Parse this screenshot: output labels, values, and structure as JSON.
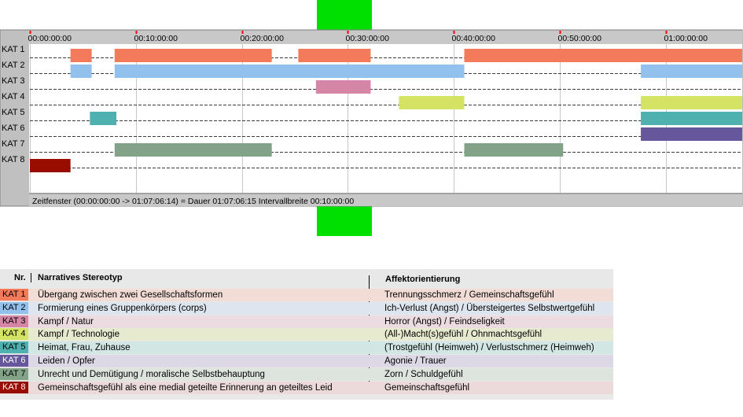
{
  "chart_data": {
    "type": "gantt",
    "x_unit": "seconds",
    "xlim": [
      0,
      4034
    ],
    "tick_values": [
      0,
      600,
      1200,
      1800,
      2400,
      3000,
      3600
    ],
    "tick_labels": [
      "00:00:00:00",
      "00:10:00:00",
      "00:20:00:00",
      "00:30:00:00",
      "00:40:00:00",
      "00:50:00:00",
      "01:00:00:00"
    ],
    "categories": [
      "KAT 1",
      "KAT 2",
      "KAT 3",
      "KAT 4",
      "KAT 5",
      "KAT 6",
      "KAT 7",
      "KAT 8"
    ],
    "series": [
      {
        "name": "KAT 1",
        "color": "#F47A5C",
        "intervals": [
          [
            230,
            350
          ],
          [
            480,
            1370
          ],
          [
            1520,
            1930
          ],
          [
            2460,
            4034
          ]
        ]
      },
      {
        "name": "KAT 2",
        "color": "#92C1EE",
        "intervals": [
          [
            230,
            350
          ],
          [
            480,
            2460
          ],
          [
            3460,
            4034
          ]
        ]
      },
      {
        "name": "KAT 3",
        "color": "#D585A6",
        "intervals": [
          [
            1620,
            1930
          ]
        ]
      },
      {
        "name": "KAT 4",
        "color": "#D4E364",
        "intervals": [
          [
            2090,
            2460
          ],
          [
            3460,
            4034
          ]
        ]
      },
      {
        "name": "KAT 5",
        "color": "#4EB0AF",
        "intervals": [
          [
            340,
            490
          ],
          [
            3460,
            4034
          ]
        ]
      },
      {
        "name": "KAT 6",
        "color": "#66569B",
        "intervals": [
          [
            3460,
            4034
          ]
        ]
      },
      {
        "name": "KAT 7",
        "color": "#82A388",
        "intervals": [
          [
            480,
            1370
          ],
          [
            2460,
            3020
          ]
        ]
      },
      {
        "name": "KAT 8",
        "color": "#990D00",
        "intervals": [
          [
            0,
            230
          ]
        ]
      }
    ],
    "status_text": "Zeitfenster (00:00:00:00 -> 01:07:06:14) = Dauer 01:07:06:15    Intervallbreite 00:10:00:00",
    "marker_color": "#00E000"
  },
  "legend": {
    "header_nr": "Nr.",
    "header_narrative": "Narratives Stereotyp",
    "header_affect": "Affektorientierung",
    "rows": [
      {
        "nr": "KAT 1",
        "narrative": "Übergang zwischen zwei Gesellschaftsformen",
        "affect": "Trennungsschmerz / Gemeinschaftsgefühl",
        "color": "#F47A5C",
        "tint": "#F1DCD6",
        "text_color": "#000"
      },
      {
        "nr": "KAT 2",
        "narrative": "Formierung eines Gruppenkörpers (corps)",
        "affect": "Ich-Verlust (Angst) / Übersteigertes Selbstwertgefühl",
        "color": "#92C1EE",
        "tint": "#DDE5EE",
        "text_color": "#000"
      },
      {
        "nr": "KAT 3",
        "narrative": "Kampf / Natur",
        "affect": "Horror (Angst) / Feindseligkeit",
        "color": "#D585A6",
        "tint": "#ECDCE2",
        "text_color": "#000"
      },
      {
        "nr": "KAT 4",
        "narrative": "Kampf / Technologie",
        "affect": "(All-)Macht(s)gefühl / Ohnmachtsgefühl",
        "color": "#D4E364",
        "tint": "#E6EBCF",
        "text_color": "#000"
      },
      {
        "nr": "KAT 5",
        "narrative": "Heimat, Frau, Zuhause",
        "affect": "(Trostgefühl (Heimweh) / Verlustschmerz (Heimweh)",
        "color": "#4EB0AF",
        "tint": "#D2E6E4",
        "text_color": "#000"
      },
      {
        "nr": "KAT 6",
        "narrative": "Leiden / Opfer",
        "affect": "Agonie / Trauer",
        "color": "#66569B",
        "tint": "#DCD8E5",
        "text_color": "#fff"
      },
      {
        "nr": "KAT 7",
        "narrative": "Unrecht und Demütigung / moralische Selbstbehauptung",
        "affect": "Zorn / Schuldgefühl",
        "color": "#82A388",
        "tint": "#DDE3DD",
        "text_color": "#000"
      },
      {
        "nr": "KAT 8",
        "narrative": "Gemeinschaftsgefühl als eine medial geteilte Erinnerung an geteiltes Leid",
        "affect": "Gemeinschaftsgefühl",
        "color": "#990D00",
        "tint": "#ECDADA",
        "text_color": "#fff"
      }
    ]
  }
}
